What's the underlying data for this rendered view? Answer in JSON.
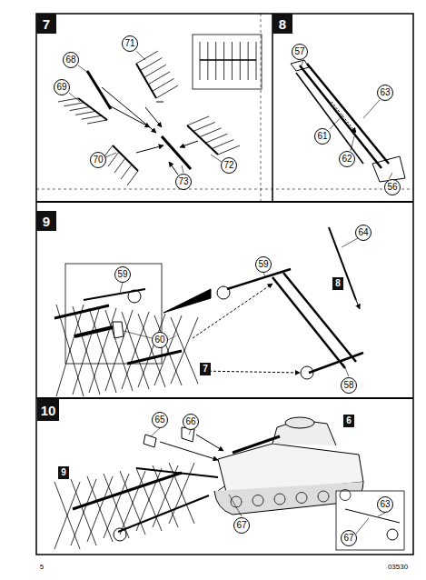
{
  "diagram": {
    "nodes": [
      {
        "text": [
          "7"
        ]
      },
      {
        "text": [
          "71"
        ]
      },
      {
        "text": [
          "68"
        ]
      },
      {
        "text": [
          "69"
        ]
      },
      {
        "text": [
          "70"
        ]
      },
      {
        "text": [
          "72"
        ]
      },
      {
        "text": [
          "73"
        ]
      },
      {
        "text": [
          "8"
        ]
      },
      {
        "text": [
          "57"
        ]
      },
      {
        "text": [
          "63"
        ]
      },
      {
        "text": [
          "61"
        ]
      },
      {
        "text": [
          "62"
        ]
      },
      {
        "text": [
          "56"
        ]
      },
      {
        "text": [
          "9"
        ]
      },
      {
        "text": [
          "59"
        ]
      },
      {
        "text": [
          "64"
        ]
      },
      {
        "text": [
          "59"
        ]
      },
      {
        "text": [
          "60"
        ]
      },
      {
        "text": [
          "58"
        ]
      },
      {
        "text": [
          "10"
        ]
      },
      {
        "text": [
          "65"
        ]
      },
      {
        "text": [
          "66"
        ]
      },
      {
        "text": [
          "67"
        ]
      },
      {
        "text": [
          "63"
        ]
      },
      {
        "text": [
          "67"
        ]
      }
    ],
    "labels": [
      "8",
      "7",
      "9",
      "6",
      "5",
      "03530"
    ]
  }
}
